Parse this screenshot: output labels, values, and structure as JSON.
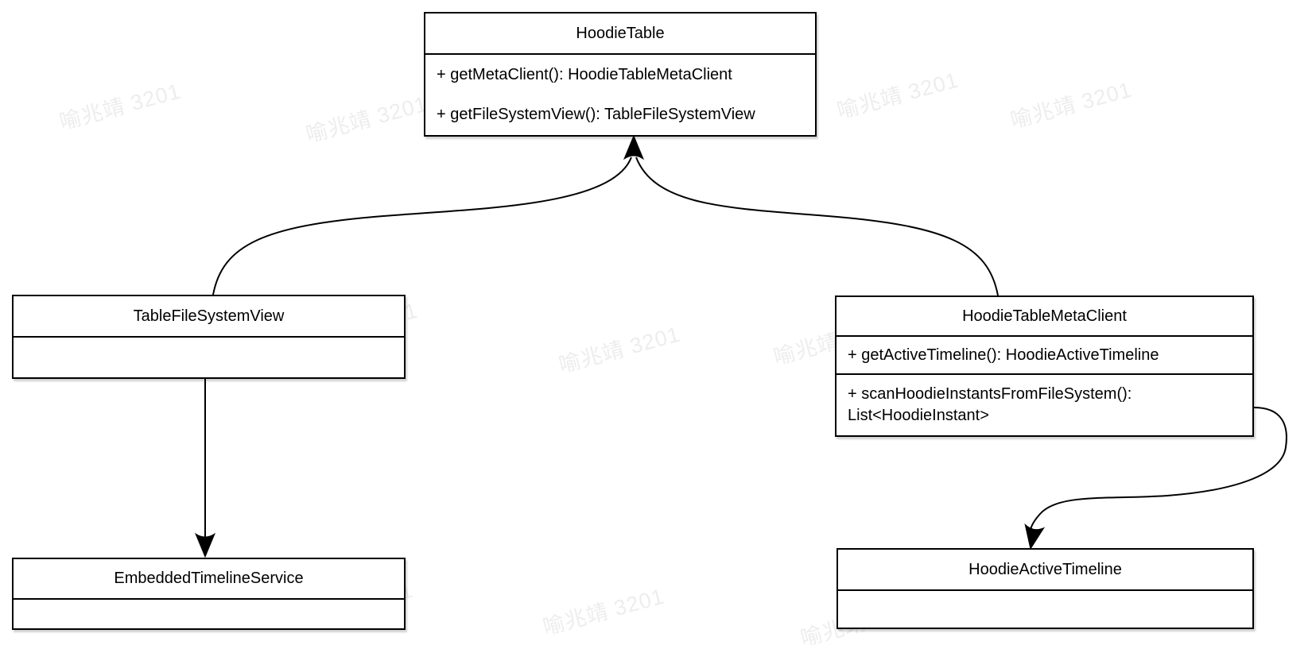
{
  "watermark": {
    "text": "喻兆靖 3201",
    "color": "#ededed"
  },
  "classes": {
    "hoodieTable": {
      "title": "HoodieTable",
      "methods": [
        "+ getMetaClient(): HoodieTableMetaClient",
        "+ getFileSystemView(): TableFileSystemView"
      ]
    },
    "tableFileSystemView": {
      "title": "TableFileSystemView",
      "methods": []
    },
    "hoodieTableMetaClient": {
      "title": "HoodieTableMetaClient",
      "methods": [
        "+ getActiveTimeline(): HoodieActiveTimeline",
        "+ scanHoodieInstantsFromFileSystem(): List<HoodieInstant>"
      ]
    },
    "embeddedTimelineService": {
      "title": "EmbeddedTimelineService",
      "methods": []
    },
    "hoodieActiveTimeline": {
      "title": "HoodieActiveTimeline",
      "methods": []
    }
  },
  "edges": [
    {
      "from": "TableFileSystemView",
      "to": "HoodieTable",
      "style": "curved-arrow"
    },
    {
      "from": "HoodieTableMetaClient",
      "to": "HoodieTable",
      "style": "curved-arrow"
    },
    {
      "from": "TableFileSystemView",
      "to": "EmbeddedTimelineService",
      "style": "straight-arrow"
    },
    {
      "from": "HoodieTableMetaClient",
      "to": "HoodieActiveTimeline",
      "style": "s-curve-arrow"
    }
  ],
  "colors": {
    "stroke": "#000000",
    "box_fill": "#ffffff",
    "background": "#ffffff"
  }
}
